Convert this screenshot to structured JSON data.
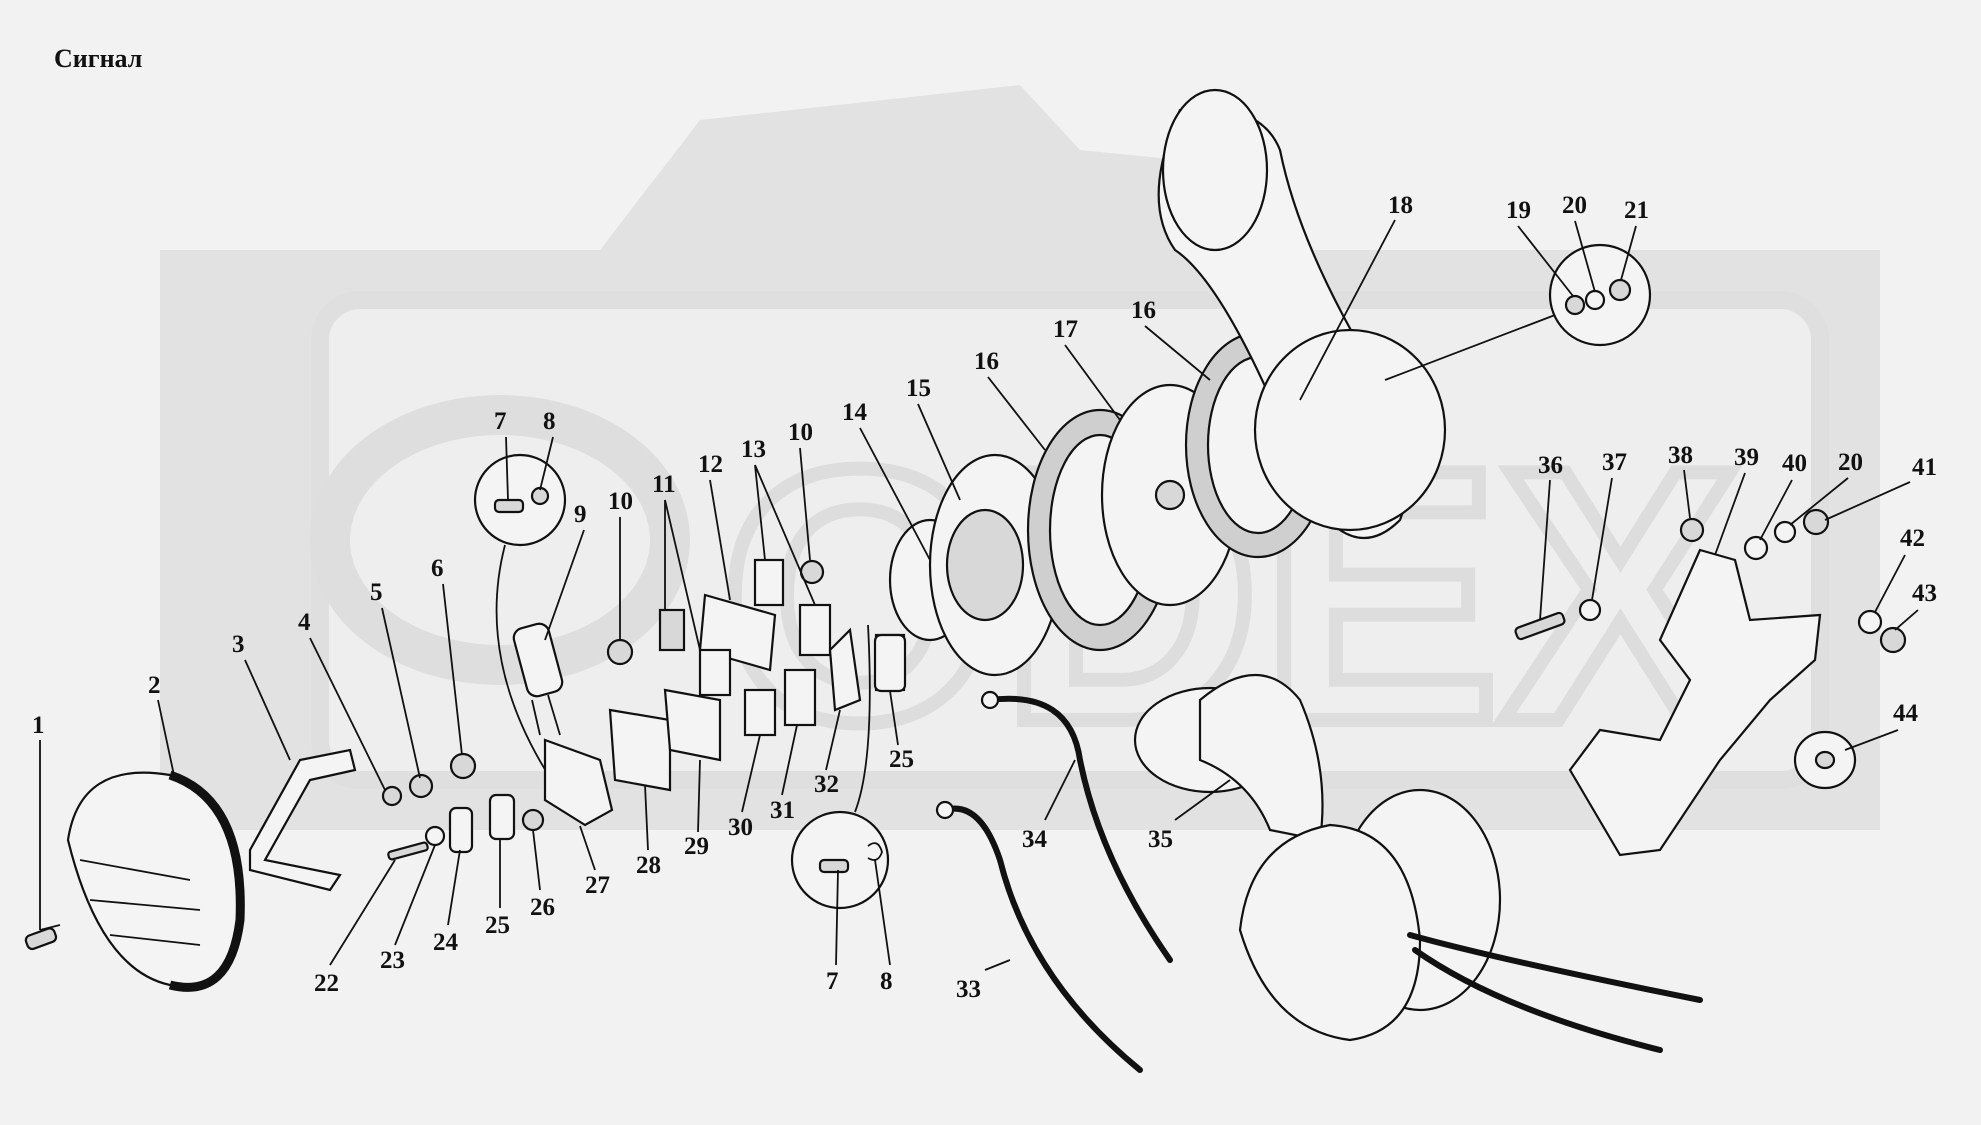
{
  "title": "Сигнал",
  "callouts": [
    "1",
    "2",
    "3",
    "4",
    "5",
    "6",
    "7",
    "8",
    "9",
    "10",
    "10",
    "11",
    "12",
    "13",
    "13",
    "14",
    "15",
    "16",
    "16",
    "17",
    "18",
    "19",
    "20",
    "21",
    "22",
    "23",
    "24",
    "25",
    "25",
    "26",
    "27",
    "28",
    "29",
    "30",
    "31",
    "32",
    "33",
    "34",
    "35",
    "36",
    "37",
    "38",
    "39",
    "40",
    "20",
    "41",
    "42",
    "43",
    "44",
    "7",
    "8"
  ],
  "watermark": "ODEX"
}
